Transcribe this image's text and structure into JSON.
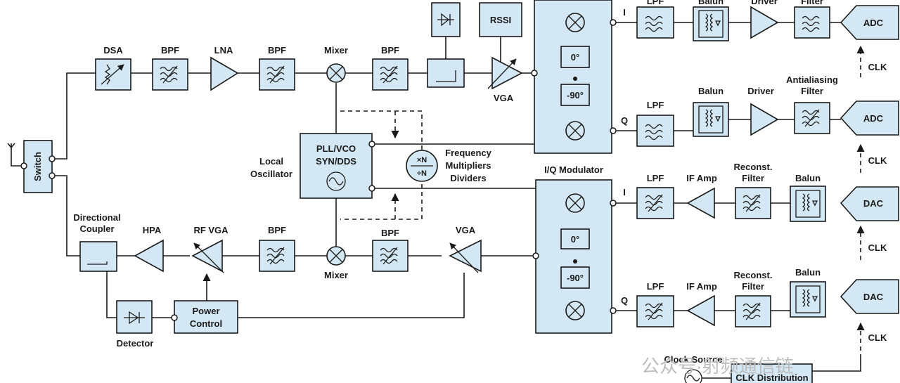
{
  "labels": {
    "dsa": "DSA",
    "bpf": "BPF",
    "lna": "LNA",
    "mixer": "Mixer",
    "rssi": "RSSI",
    "vga": "VGA",
    "lpf": "LPF",
    "balun": "Balun",
    "driver": "Driver",
    "filter": "Filter",
    "antialiasing": "Antialiasing",
    "adc": "ADC",
    "dac": "DAC",
    "clk": "CLK",
    "i": "I",
    "q": "Q",
    "zero_deg": "0°",
    "minus90_deg": "-90°",
    "local": "Local",
    "oscillator": "Oscillator",
    "pll_line1": "PLL/VCO",
    "pll_line2": "SYN/DDS",
    "mult": "×N",
    "div": "÷N",
    "freq_line1": "Frequency",
    "freq_line2": "Multipliers",
    "freq_line3": "Dividers",
    "iq_modulator": "I/Q Modulator",
    "switch": "Switch",
    "directional": "Directional",
    "coupler": "Coupler",
    "hpa": "HPA",
    "rf_vga": "RF VGA",
    "detector": "Detector",
    "power": "Power",
    "control": "Control",
    "if_amp": "IF Amp",
    "reconst": "Reconst.",
    "clock_source": "Clock Source",
    "clk_distribution": "CLK Distribution"
  },
  "watermark": "公众号·射频通信链",
  "colors": {
    "block_fill": "#d3e7f4",
    "stroke": "#1a1a1a",
    "background": "#ffffff"
  }
}
